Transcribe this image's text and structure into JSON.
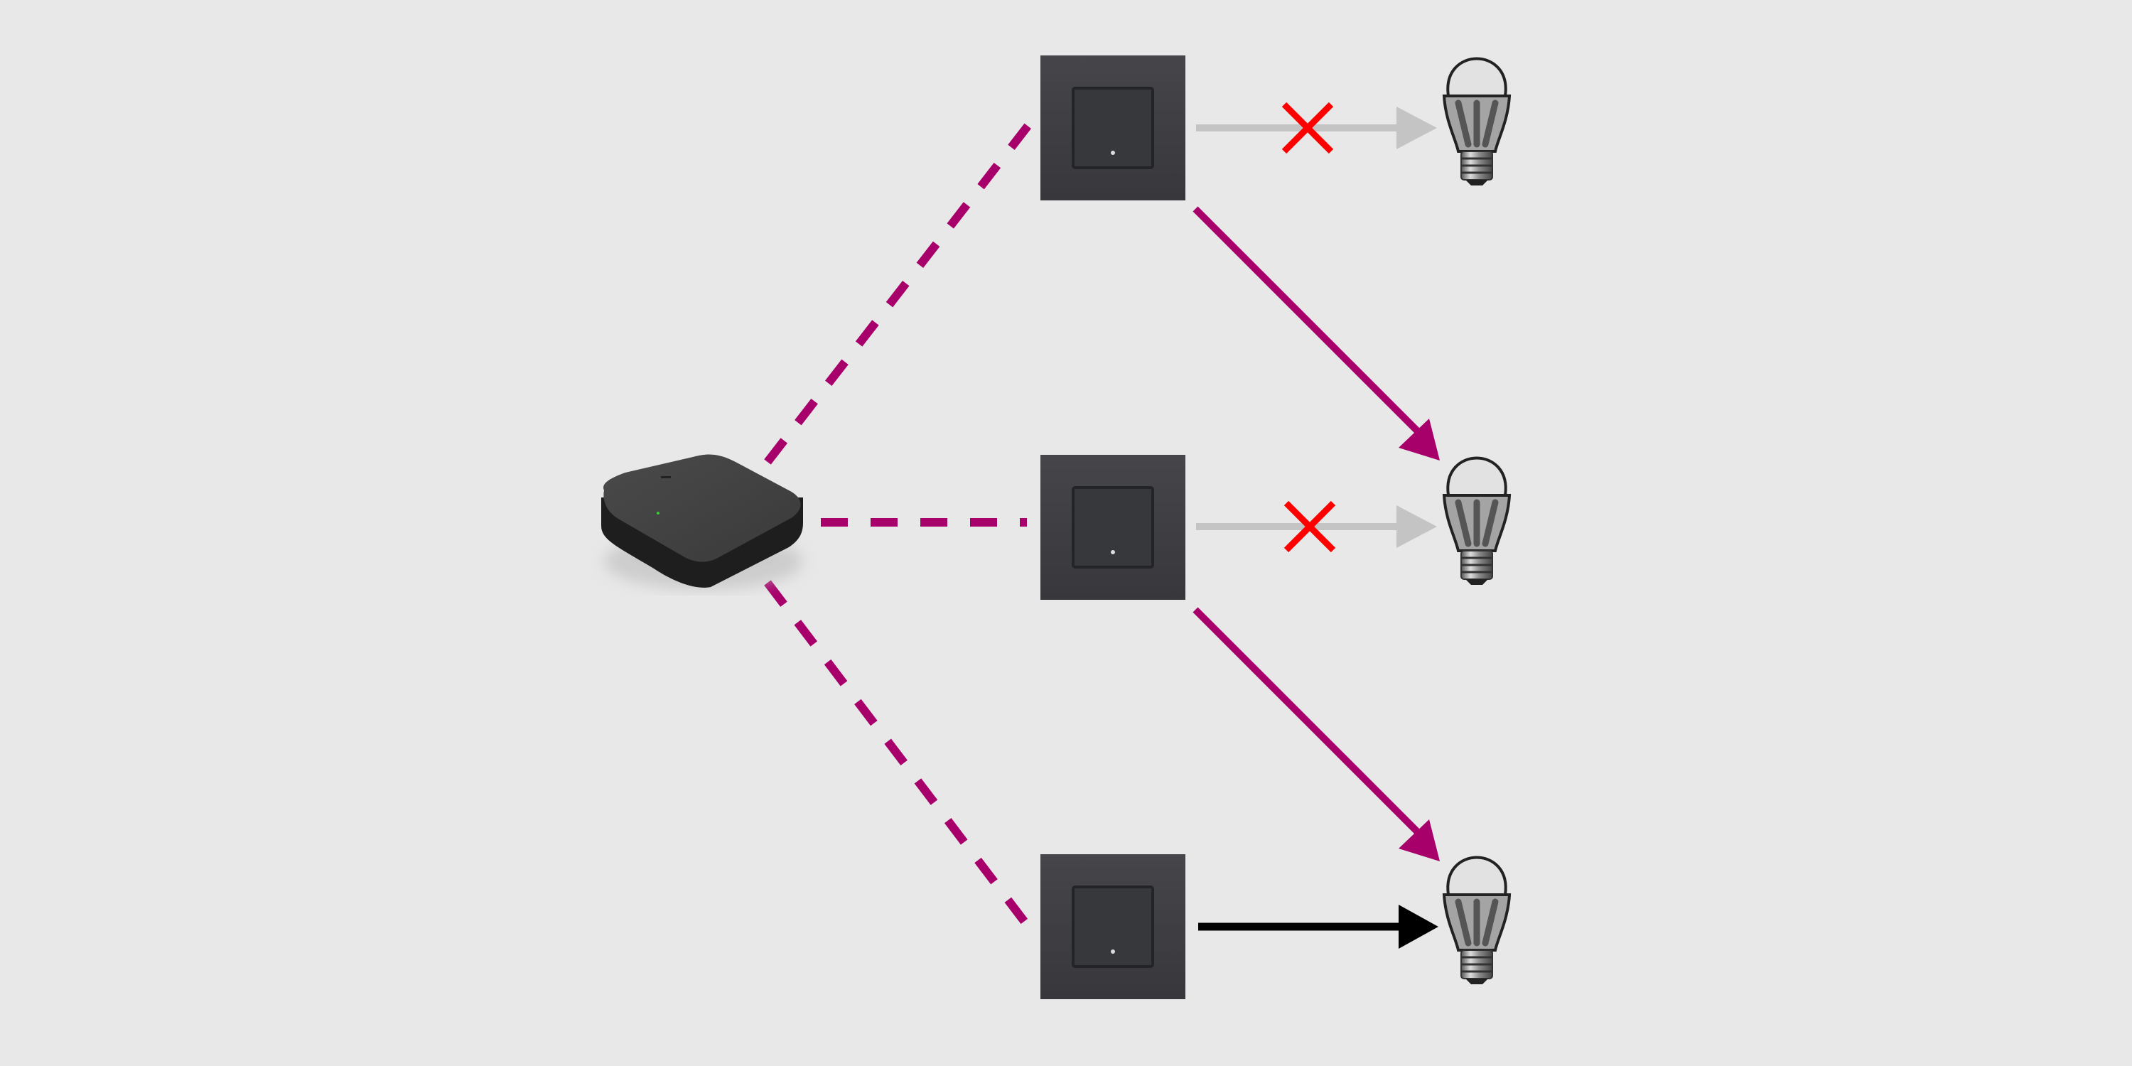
{
  "diagram": {
    "title": "",
    "colors": {
      "background": "#e8e8e8",
      "wireless_link": "#a8006a",
      "control_arrow": "#a8006a",
      "blocked_arrow": "#c4c4c4",
      "blocked_mark": "#ff0000",
      "direct_arrow": "#000000",
      "switch_frame": "#3f3f43",
      "switch_rocker": "#38393d",
      "hub_body": "#2a2a2a"
    },
    "nodes": {
      "hub": {
        "label": "",
        "type": "gateway-hub"
      },
      "switches": [
        {
          "id": "switch-1",
          "label": "",
          "type": "wall-switch"
        },
        {
          "id": "switch-2",
          "label": "",
          "type": "wall-switch"
        },
        {
          "id": "switch-3",
          "label": "",
          "type": "wall-switch"
        }
      ],
      "bulbs": [
        {
          "id": "bulb-1",
          "label": "",
          "type": "led-bulb"
        },
        {
          "id": "bulb-2",
          "label": "",
          "type": "led-bulb"
        },
        {
          "id": "bulb-3",
          "label": "",
          "type": "led-bulb"
        }
      ]
    },
    "edges": [
      {
        "from": "hub",
        "to": "switch-1",
        "style": "dashed",
        "kind": "wireless_link"
      },
      {
        "from": "hub",
        "to": "switch-2",
        "style": "dashed",
        "kind": "wireless_link"
      },
      {
        "from": "hub",
        "to": "switch-3",
        "style": "dashed",
        "kind": "wireless_link"
      },
      {
        "from": "switch-1",
        "to": "bulb-1",
        "style": "solid",
        "kind": "blocked_arrow",
        "blocked": true
      },
      {
        "from": "switch-1",
        "to": "bulb-2",
        "style": "solid",
        "kind": "control_arrow",
        "blocked": false
      },
      {
        "from": "switch-2",
        "to": "bulb-2",
        "style": "solid",
        "kind": "blocked_arrow",
        "blocked": true
      },
      {
        "from": "switch-2",
        "to": "bulb-3",
        "style": "solid",
        "kind": "control_arrow",
        "blocked": false
      },
      {
        "from": "switch-3",
        "to": "bulb-3",
        "style": "solid",
        "kind": "direct_arrow",
        "blocked": false
      }
    ]
  }
}
